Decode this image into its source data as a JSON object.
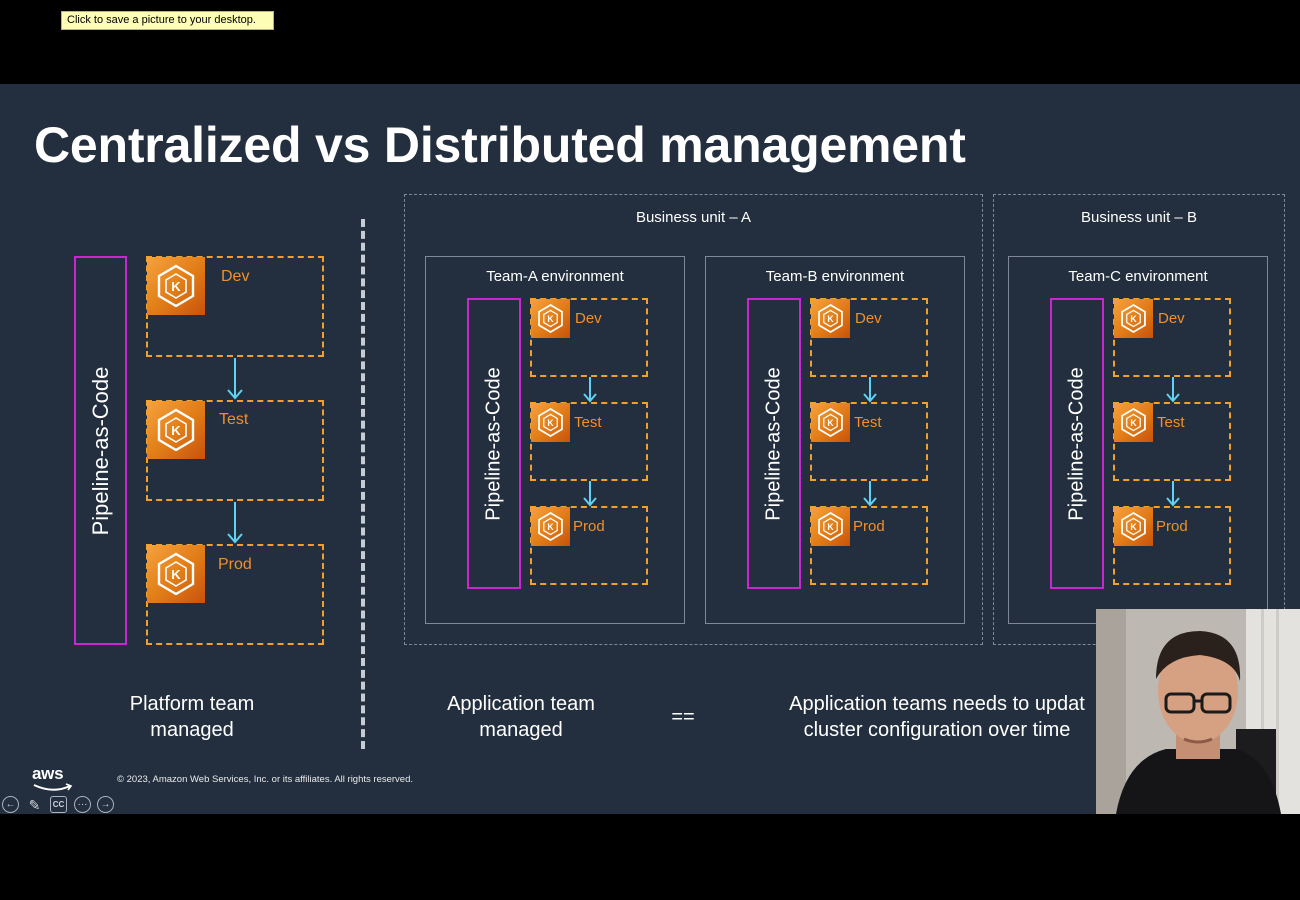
{
  "tooltip": "Click to save a picture to your desktop.",
  "slide": {
    "title": "Centralized vs Distributed management",
    "left": {
      "pipeline_label": "Pipeline-as-Code",
      "environments": [
        "Dev",
        "Test",
        "Prod"
      ]
    },
    "business_units": [
      {
        "label": "Business unit – A"
      },
      {
        "label": "Business unit – B"
      }
    ],
    "teams": [
      {
        "label": "Team-A environment",
        "pipeline_label": "Pipeline-as-Code",
        "environments": [
          "Dev",
          "Test",
          "Prod"
        ]
      },
      {
        "label": "Team-B environment",
        "pipeline_label": "Pipeline-as-Code",
        "environments": [
          "Dev",
          "Test",
          "Prod"
        ]
      },
      {
        "label": "Team-C environment",
        "pipeline_label": "Pipeline-as-Code",
        "environments": [
          "Dev",
          "Test",
          "Prod"
        ]
      }
    ],
    "captions": {
      "platform": "Platform team managed",
      "application": "Application team managed",
      "equals": "==",
      "needs": "Application teams needs to updat cluster configuration over time"
    },
    "brand": "aws",
    "copyright": "© 2023, Amazon Web Services, Inc. or its affiliates. All rights reserved."
  },
  "player_controls": [
    {
      "name": "previous-slide-button",
      "icon": "arrow-left-icon"
    },
    {
      "name": "pen-tool-button",
      "icon": "pencil-icon"
    },
    {
      "name": "captions-button",
      "icon": "cc-icon"
    },
    {
      "name": "more-options-button",
      "icon": "ellipsis-icon"
    },
    {
      "name": "next-slide-button",
      "icon": "arrow-right-icon"
    }
  ],
  "colors": {
    "slide_background": "#232f3e",
    "pipeline_border": "#c925d1",
    "environment_border": "#f0a02c",
    "environment_label": "#f18f2c",
    "flow_arrow": "#5ed3f3",
    "tooltip_background": "#fdfdb5"
  }
}
